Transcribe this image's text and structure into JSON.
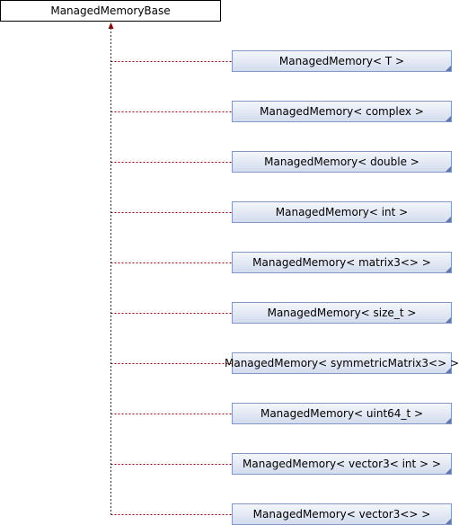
{
  "diagram": {
    "type": "inheritance",
    "base_class": {
      "label": "ManagedMemoryBase"
    },
    "derived_classes": [
      {
        "label": "ManagedMemory< T >"
      },
      {
        "label": "ManagedMemory< complex >"
      },
      {
        "label": "ManagedMemory< double >"
      },
      {
        "label": "ManagedMemory< int >"
      },
      {
        "label": "ManagedMemory< matrix3<> >"
      },
      {
        "label": "ManagedMemory< size_t >"
      },
      {
        "label": "ManagedMemory< symmetricMatrix3<> >"
      },
      {
        "label": "ManagedMemory< uint64_t >"
      },
      {
        "label": "ManagedMemory< vector3< int > >"
      },
      {
        "label": "ManagedMemory< vector3<> >"
      }
    ],
    "colors": {
      "connector": "#8b0000",
      "derived_border": "#8497c6",
      "derived_fill": "#e3e9f4",
      "base_border": "#000000"
    }
  }
}
